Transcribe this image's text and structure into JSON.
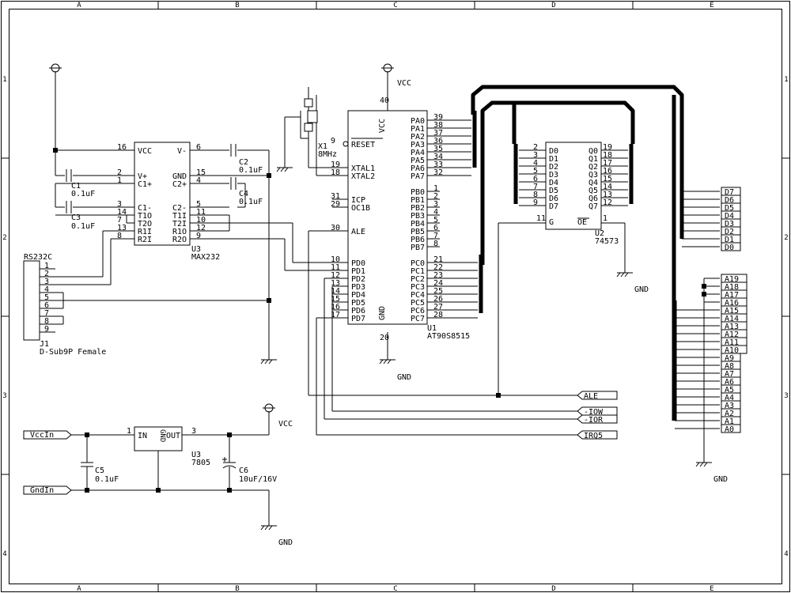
{
  "frame": {
    "cols": [
      "A",
      "B",
      "C",
      "D",
      "E"
    ],
    "rows": [
      "1",
      "2",
      "3",
      "4"
    ]
  },
  "u1": {
    "ref": "U1",
    "part": "AT90S8515",
    "vcc_pin": "40",
    "vcc_label": "VCC",
    "gnd_pin": "20",
    "gnd_label": "GND",
    "left_pins": [
      {
        "num": "9",
        "name": "RESET"
      },
      {
        "num": "19",
        "name": "XTAL1"
      },
      {
        "num": "18",
        "name": "XTAL2"
      },
      {
        "num": "31",
        "name": "ICP"
      },
      {
        "num": "29",
        "name": "OC1B"
      },
      {
        "num": "30",
        "name": "ALE"
      },
      {
        "num": "10",
        "name": "PD0"
      },
      {
        "num": "11",
        "name": "PD1"
      },
      {
        "num": "12",
        "name": "PD2"
      },
      {
        "num": "13",
        "name": "PD3"
      },
      {
        "num": "14",
        "name": "PD4"
      },
      {
        "num": "15",
        "name": "PD5"
      },
      {
        "num": "16",
        "name": "PD6"
      },
      {
        "num": "17",
        "name": "PD7"
      }
    ],
    "pa": [
      {
        "num": "39",
        "name": "PA0"
      },
      {
        "num": "38",
        "name": "PA1"
      },
      {
        "num": "37",
        "name": "PA2"
      },
      {
        "num": "36",
        "name": "PA3"
      },
      {
        "num": "35",
        "name": "PA4"
      },
      {
        "num": "34",
        "name": "PA5"
      },
      {
        "num": "33",
        "name": "PA6"
      },
      {
        "num": "32",
        "name": "PA7"
      }
    ],
    "pb": [
      {
        "num": "1",
        "name": "PB0"
      },
      {
        "num": "2",
        "name": "PB1"
      },
      {
        "num": "3",
        "name": "PB2"
      },
      {
        "num": "4",
        "name": "PB3"
      },
      {
        "num": "5",
        "name": "PB4"
      },
      {
        "num": "6",
        "name": "PB5"
      },
      {
        "num": "7",
        "name": "PB6"
      },
      {
        "num": "8",
        "name": "PB7"
      }
    ],
    "pc": [
      {
        "num": "21",
        "name": "PC0"
      },
      {
        "num": "22",
        "name": "PC1"
      },
      {
        "num": "23",
        "name": "PC2"
      },
      {
        "num": "24",
        "name": "PC3"
      },
      {
        "num": "25",
        "name": "PC4"
      },
      {
        "num": "26",
        "name": "PC5"
      },
      {
        "num": "27",
        "name": "PC6"
      },
      {
        "num": "28",
        "name": "PC7"
      }
    ]
  },
  "u2": {
    "ref": "U2",
    "part": "74573",
    "d": [
      {
        "num": "2",
        "name": "D0"
      },
      {
        "num": "3",
        "name": "D1"
      },
      {
        "num": "4",
        "name": "D2"
      },
      {
        "num": "5",
        "name": "D3"
      },
      {
        "num": "6",
        "name": "D4"
      },
      {
        "num": "7",
        "name": "D5"
      },
      {
        "num": "8",
        "name": "D6"
      },
      {
        "num": "9",
        "name": "D7"
      }
    ],
    "q": [
      {
        "num": "19",
        "name": "Q0"
      },
      {
        "num": "18",
        "name": "Q1"
      },
      {
        "num": "17",
        "name": "Q2"
      },
      {
        "num": "16",
        "name": "Q3"
      },
      {
        "num": "15",
        "name": "Q4"
      },
      {
        "num": "14",
        "name": "Q5"
      },
      {
        "num": "13",
        "name": "Q6"
      },
      {
        "num": "12",
        "name": "Q7"
      }
    ],
    "g_pin": "11",
    "g_name": "G",
    "oe_pin": "1",
    "oe_name": "OE",
    "gnd_label": "GND"
  },
  "u3": {
    "ref": "U3",
    "part": "MAX232",
    "left_pins": [
      {
        "num": "16",
        "name": "VCC"
      },
      {
        "num": "2",
        "name": "V+"
      },
      {
        "num": "1",
        "name": "C1+"
      },
      {
        "num": "3",
        "name": "C1-"
      },
      {
        "num": "14",
        "name": "T1O"
      },
      {
        "num": "7",
        "name": "T2O"
      },
      {
        "num": "13",
        "name": "R1I"
      },
      {
        "num": "8",
        "name": "R2I"
      }
    ],
    "right_pins": [
      {
        "num": "6",
        "name": "V-"
      },
      {
        "num": "15",
        "name": "GND"
      },
      {
        "num": "4",
        "name": "C2+"
      },
      {
        "num": "5",
        "name": "C2-"
      },
      {
        "num": "11",
        "name": "T1I"
      },
      {
        "num": "10",
        "name": "T2I"
      },
      {
        "num": "12",
        "name": "R1O"
      },
      {
        "num": "9",
        "name": "R2O"
      }
    ]
  },
  "reg": {
    "ref": "U3",
    "part": "7805",
    "in_pin": "1",
    "in_name": "IN",
    "gnd_name": "GND",
    "out_pin": "3",
    "out_name": "OUT",
    "vcc_label": "VCC",
    "gnd_label": "GND"
  },
  "caps": {
    "c1_ref": "C1",
    "c1_val": "0.1uF",
    "c2_ref": "C2",
    "c2_val": "0.1uF",
    "c3_ref": "C3",
    "c3_val": "0.1uF",
    "c4_ref": "C4",
    "c4_val": "0.1uF",
    "c5_ref": "C5",
    "c5_val": "0.1uF",
    "c6_ref": "C6",
    "c6_val": "10uF/16V"
  },
  "crystal": {
    "ref": "X1",
    "val": "8MHz"
  },
  "j1": {
    "ref": "J1",
    "desc": "D-Sub9P Female",
    "name": "RS232C",
    "pins": [
      "1",
      "2",
      "3",
      "4",
      "5",
      "6",
      "7",
      "8",
      "9"
    ]
  },
  "top_vcc_label": "VCC",
  "mid_gnd_label": "GND",
  "ports": {
    "data": [
      "D7",
      "D6",
      "D5",
      "D4",
      "D3",
      "D2",
      "D1",
      "D0"
    ],
    "addr_hi": [
      "A19",
      "A18",
      "A17",
      "A16",
      "A15",
      "A14",
      "A13",
      "A12",
      "A11",
      "A10"
    ],
    "addr_lo": [
      "A9",
      "A8",
      "A7",
      "A6",
      "A5",
      "A4",
      "A3",
      "A2",
      "A1",
      "A0"
    ],
    "ctrl": [
      "ALE",
      "-IOW",
      "-IOR",
      "IRQ5"
    ],
    "vccin": "VccIn",
    "gndin": "GndIn",
    "addr_gnd_label": "GND"
  }
}
